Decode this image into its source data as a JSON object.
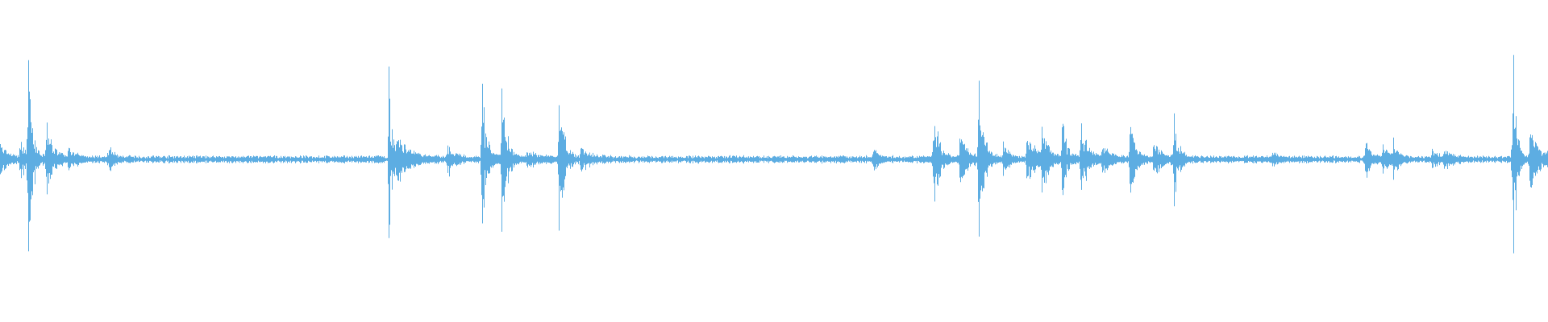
{
  "waveform": {
    "color": "#5dade2",
    "noise_floor": 0.018,
    "bursts": [
      {
        "t": 0.0,
        "amp": 0.12,
        "width": 0.004
      },
      {
        "t": 0.013,
        "amp": 0.16,
        "width": 0.003
      },
      {
        "t": 0.018,
        "amp": 0.82,
        "width": 0.0025
      },
      {
        "t": 0.03,
        "amp": 0.28,
        "width": 0.004
      },
      {
        "t": 0.044,
        "amp": 0.07,
        "width": 0.005
      },
      {
        "t": 0.07,
        "amp": 0.1,
        "width": 0.003
      },
      {
        "t": 0.251,
        "amp": 0.64,
        "width": 0.002
      },
      {
        "t": 0.256,
        "amp": 0.18,
        "width": 0.008
      },
      {
        "t": 0.289,
        "amp": 0.12,
        "width": 0.004
      },
      {
        "t": 0.311,
        "amp": 0.56,
        "width": 0.003
      },
      {
        "t": 0.324,
        "amp": 0.54,
        "width": 0.003
      },
      {
        "t": 0.34,
        "amp": 0.06,
        "width": 0.008
      },
      {
        "t": 0.361,
        "amp": 0.58,
        "width": 0.003
      },
      {
        "t": 0.375,
        "amp": 0.08,
        "width": 0.006
      },
      {
        "t": 0.564,
        "amp": 0.08,
        "width": 0.003
      },
      {
        "t": 0.603,
        "amp": 0.45,
        "width": 0.003
      },
      {
        "t": 0.62,
        "amp": 0.22,
        "width": 0.004
      },
      {
        "t": 0.632,
        "amp": 0.6,
        "width": 0.003
      },
      {
        "t": 0.648,
        "amp": 0.14,
        "width": 0.003
      },
      {
        "t": 0.663,
        "amp": 0.18,
        "width": 0.006
      },
      {
        "t": 0.673,
        "amp": 0.35,
        "width": 0.003
      },
      {
        "t": 0.686,
        "amp": 0.32,
        "width": 0.003
      },
      {
        "t": 0.698,
        "amp": 0.24,
        "width": 0.005
      },
      {
        "t": 0.712,
        "amp": 0.1,
        "width": 0.004
      },
      {
        "t": 0.73,
        "amp": 0.38,
        "width": 0.003
      },
      {
        "t": 0.745,
        "amp": 0.15,
        "width": 0.005
      },
      {
        "t": 0.758,
        "amp": 0.33,
        "width": 0.003
      },
      {
        "t": 0.822,
        "amp": 0.05,
        "width": 0.003
      },
      {
        "t": 0.882,
        "amp": 0.14,
        "width": 0.003
      },
      {
        "t": 0.893,
        "amp": 0.12,
        "width": 0.004
      },
      {
        "t": 0.9,
        "amp": 0.11,
        "width": 0.003
      },
      {
        "t": 0.925,
        "amp": 0.06,
        "width": 0.004
      },
      {
        "t": 0.933,
        "amp": 0.08,
        "width": 0.004
      },
      {
        "t": 0.977,
        "amp": 1.0,
        "width": 0.002
      },
      {
        "t": 0.988,
        "amp": 0.22,
        "width": 0.006
      }
    ]
  }
}
